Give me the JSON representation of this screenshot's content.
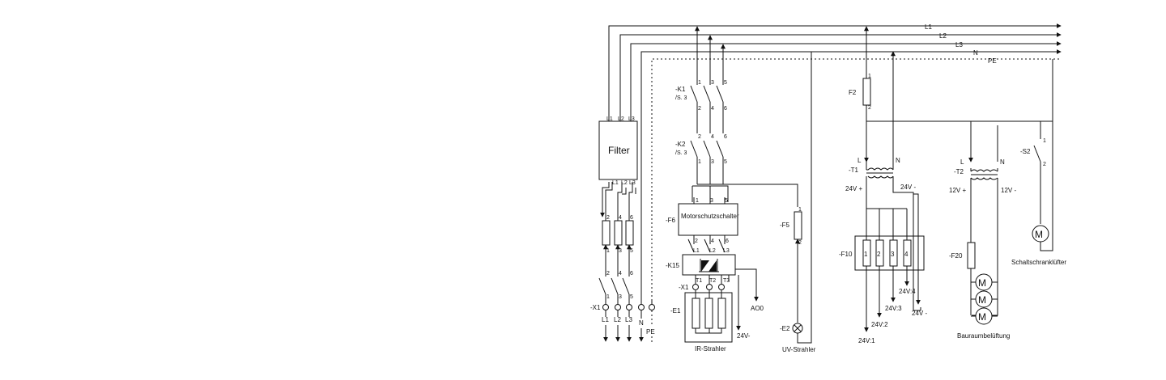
{
  "bus": {
    "l1": "L1",
    "l2": "L2",
    "l3": "L3",
    "n": "N",
    "pe": "PE"
  },
  "filter": {
    "title": "Filter",
    "in": [
      "L1",
      "L2",
      "L3"
    ],
    "out": [
      "L1",
      "L2",
      "L3"
    ]
  },
  "supply": {
    "label": "-X1",
    "phases": [
      "L1",
      "L2",
      "L3"
    ],
    "n": "N",
    "pe": "PE",
    "fuse_top": [
      "2",
      "4",
      "6"
    ],
    "fuse_bot": [
      "1",
      "3",
      "5"
    ],
    "sw_top": [
      "2",
      "4",
      "6"
    ],
    "sw_bot": [
      "1",
      "3",
      "5"
    ]
  },
  "k1": {
    "label": "-K1",
    "ref": "/S. 3",
    "top": [
      "1",
      "3",
      "5"
    ],
    "bot": [
      "2",
      "4",
      "6"
    ]
  },
  "k2": {
    "label": "-K2",
    "ref": "/S. 3",
    "top": [
      "2",
      "4",
      "6"
    ],
    "bot": [
      "1",
      "3",
      "5"
    ]
  },
  "f6": {
    "label": "-F6",
    "title": "Motorschutzschalter",
    "in": [
      "1",
      "3",
      "5"
    ],
    "out_top": [
      "2",
      "4",
      "6"
    ],
    "out_bot": [
      "L1",
      "L2",
      "L3"
    ]
  },
  "k15": {
    "label": "-K15",
    "t": [
      "T1",
      "T2",
      "T3"
    ]
  },
  "x1b": {
    "label": "-X1"
  },
  "e1": {
    "label": "-E1",
    "caption": "IR-Strahler"
  },
  "ao": {
    "ao0": "AO0",
    "v24m": "24V-"
  },
  "f5": {
    "label": "-F5",
    "p1": "1",
    "p2": "2"
  },
  "e2": {
    "label": "-E2",
    "caption": "UV-Strahler"
  },
  "f2": {
    "label": "F2",
    "p1": "1",
    "p2": "2"
  },
  "t1": {
    "label": "-T1",
    "l": "L",
    "n": "N",
    "plus": "24V +",
    "minus": "24V -"
  },
  "f10": {
    "label": "-F10",
    "cells": [
      "1",
      "2",
      "3",
      "4"
    ],
    "outs": [
      "24V:1",
      "24V:2",
      "24V:3",
      "24V:4",
      "24V -"
    ]
  },
  "t2": {
    "label": "-T2",
    "l": "L",
    "n": "N",
    "plus": "12V +",
    "minus": "12V -"
  },
  "f20": {
    "label": "-F20",
    "caption": "Bauraumbelüftung",
    "motor": "M"
  },
  "s2": {
    "label": "-S2",
    "p1": "1",
    "p2": "2",
    "caption": "Schaltschranklüfter",
    "motor": "M"
  }
}
